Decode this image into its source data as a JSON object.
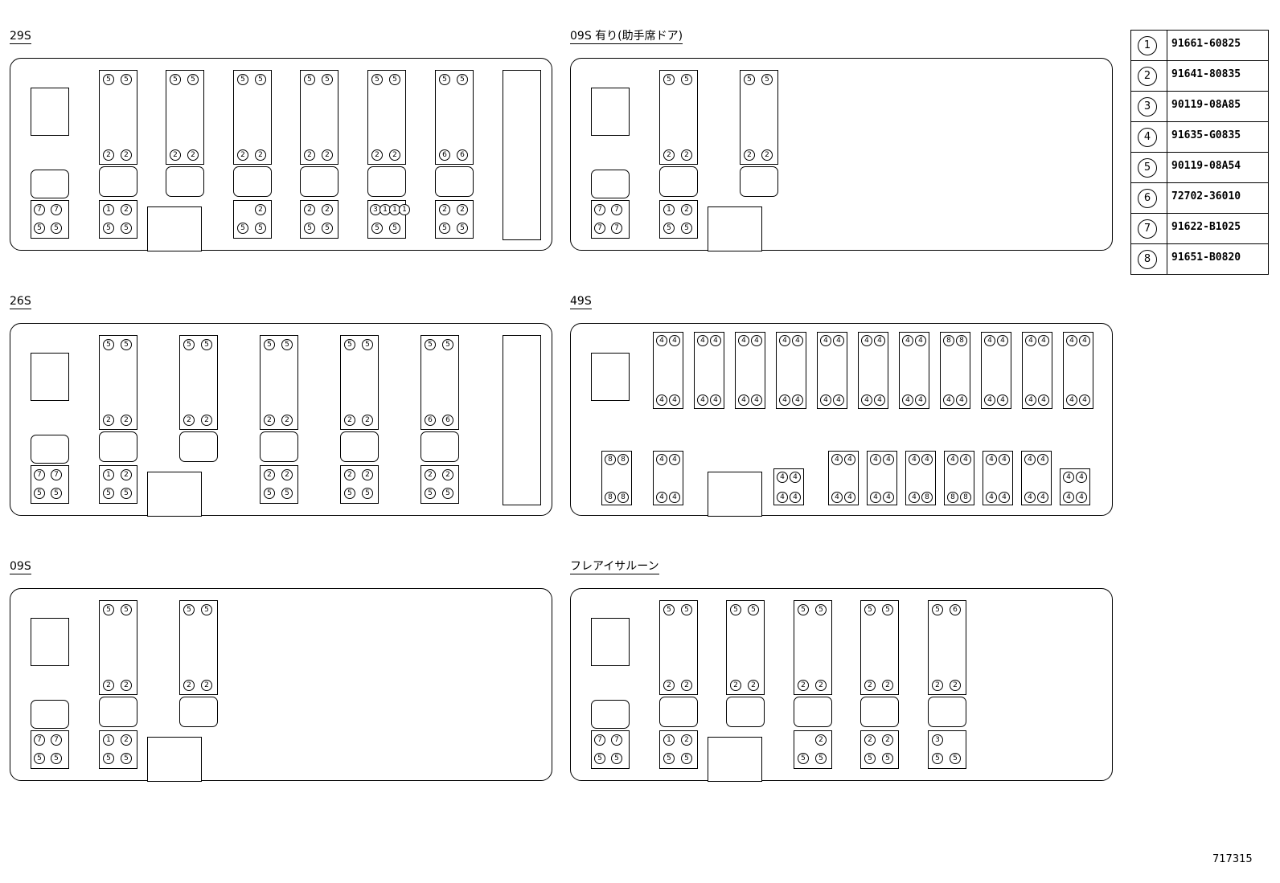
{
  "layouts": [
    {
      "id": "29s",
      "title": "29S",
      "single_seats": [
        {
          "upper": [
            "5",
            "5"
          ],
          "lower": [
            "2",
            "2"
          ],
          "base": [
            [
              "1",
              "2"
            ],
            [
              "5",
              "5"
            ]
          ]
        },
        {
          "upper": [
            "5",
            "5"
          ],
          "lower": [
            "2",
            "2"
          ],
          "base": null
        },
        {
          "upper": [
            "5",
            "5"
          ],
          "lower": [
            "2",
            "2"
          ],
          "base": [
            [
              "",
              "2"
            ],
            [
              "5",
              "5"
            ]
          ]
        },
        {
          "upper": [
            "5",
            "5"
          ],
          "lower": [
            "2",
            "2"
          ],
          "base": [
            [
              "2",
              "2"
            ],
            [
              "5",
              "5"
            ]
          ]
        },
        {
          "upper": [
            "5",
            "5"
          ],
          "lower": [
            "2",
            "2"
          ],
          "base": [
            [
              "3",
              "1",
              "1",
              "1"
            ],
            [
              "5",
              "5"
            ]
          ]
        },
        {
          "upper": [
            "5",
            "5"
          ],
          "lower": [
            "6",
            "6"
          ],
          "base": [
            [
              "2",
              "2"
            ],
            [
              "5",
              "5"
            ]
          ]
        }
      ],
      "driver_base": [
        [
          "7",
          "7"
        ],
        [
          "5",
          "5"
        ]
      ],
      "step": true,
      "rear_bench": true
    },
    {
      "id": "09s-door",
      "title": "09S 有り(助手席ドア)",
      "single_seats": [
        {
          "upper": [
            "5",
            "5"
          ],
          "lower": [
            "2",
            "2"
          ],
          "base": [
            [
              "1",
              "2"
            ],
            [
              "5",
              "5"
            ]
          ]
        },
        {
          "upper": [
            "5",
            "5"
          ],
          "lower": [
            "2",
            "2"
          ],
          "base": null
        }
      ],
      "driver_base": [
        [
          "7",
          "7"
        ],
        [
          "7",
          "7"
        ]
      ],
      "step": true,
      "rear_bench": false
    },
    {
      "id": "26s",
      "title": "26S",
      "single_seats": [
        {
          "upper": [
            "5",
            "5"
          ],
          "lower": [
            "2",
            "2"
          ],
          "base": [
            [
              "1",
              "2"
            ],
            [
              "5",
              "5"
            ]
          ]
        },
        {
          "upper": [
            "5",
            "5"
          ],
          "lower": [
            "2",
            "2"
          ],
          "base": null
        },
        {
          "upper": [
            "5",
            "5"
          ],
          "lower": [
            "2",
            "2"
          ],
          "base": [
            [
              "2",
              "2"
            ],
            [
              "5",
              "5"
            ]
          ]
        },
        {
          "upper": [
            "5",
            "5"
          ],
          "lower": [
            "2",
            "2"
          ],
          "base": [
            [
              "2",
              "2"
            ],
            [
              "5",
              "5"
            ]
          ]
        },
        {
          "upper": [
            "5",
            "5"
          ],
          "lower": [
            "6",
            "6"
          ],
          "base": [
            [
              "2",
              "2"
            ],
            [
              "5",
              "5"
            ]
          ]
        }
      ],
      "driver_base": [
        [
          "7",
          "7"
        ],
        [
          "5",
          "5"
        ]
      ],
      "step": true,
      "rear_bench": true
    },
    {
      "id": "49s",
      "title": "49S",
      "upper_rows": [
        [
          "4",
          "4",
          "4",
          "4"
        ],
        [
          "4",
          "4",
          "4",
          "4"
        ],
        [
          "4",
          "4",
          "4",
          "4"
        ],
        [
          "4",
          "4",
          "4",
          "4"
        ],
        [
          "4",
          "4",
          "4",
          "4"
        ],
        [
          "4",
          "4",
          "4",
          "4"
        ],
        [
          "4",
          "4",
          "4",
          "4"
        ],
        [
          "8",
          "8",
          "4",
          "4"
        ],
        [
          "4",
          "4",
          "4",
          "4"
        ],
        [
          "4",
          "4",
          "4",
          "4"
        ],
        [
          "4",
          "4",
          "4",
          "4"
        ]
      ],
      "lower_rows": [
        {
          "top": [
            "8",
            "8"
          ],
          "bottom": [
            "8",
            "8"
          ]
        },
        {
          "top": [
            "4",
            "4"
          ],
          "bottom": [
            "4",
            "4"
          ]
        },
        {
          "top": [
            "4",
            "4"
          ],
          "bottom": [
            "4",
            "4"
          ]
        },
        {
          "top": [
            "4",
            "4"
          ],
          "bottom": [
            "4",
            "4"
          ]
        },
        {
          "top": [
            "4",
            "4"
          ],
          "bottom": [
            "4",
            "4"
          ]
        },
        {
          "top": [
            "4",
            "4"
          ],
          "bottom": [
            "4",
            "8"
          ]
        },
        {
          "top": [
            "4",
            "4"
          ],
          "bottom": [
            "8",
            "8"
          ]
        },
        {
          "top": [
            "4",
            "4"
          ],
          "bottom": [
            "4",
            "4"
          ]
        },
        {
          "top": [
            "4",
            "4"
          ],
          "bottom": [
            "4",
            "4"
          ]
        },
        {
          "top": [
            "4",
            "4"
          ],
          "bottom": [
            "4",
            "4"
          ]
        }
      ],
      "step": true
    },
    {
      "id": "09s",
      "title": "09S",
      "single_seats": [
        {
          "upper": [
            "5",
            "5"
          ],
          "lower": [
            "2",
            "2"
          ],
          "base": [
            [
              "1",
              "2"
            ],
            [
              "5",
              "5"
            ]
          ]
        },
        {
          "upper": [
            "5",
            "5"
          ],
          "lower": [
            "2",
            "2"
          ],
          "base": null
        }
      ],
      "driver_base": [
        [
          "7",
          "7"
        ],
        [
          "5",
          "5"
        ]
      ],
      "step": true,
      "rear_bench": false
    },
    {
      "id": "saloon",
      "title": "フレアイサルーン",
      "single_seats": [
        {
          "upper": [
            "5",
            "5"
          ],
          "lower": [
            "2",
            "2"
          ],
          "base": [
            [
              "1",
              "2"
            ],
            [
              "5",
              "5"
            ]
          ]
        },
        {
          "upper": [
            "5",
            "5"
          ],
          "lower": [
            "2",
            "2"
          ],
          "base": null
        },
        {
          "upper": [
            "5",
            "5"
          ],
          "lower": [
            "2",
            "2"
          ],
          "base": [
            [
              "",
              "2"
            ],
            [
              "5",
              "5"
            ]
          ]
        },
        {
          "upper": [
            "5",
            "5"
          ],
          "lower": [
            "2",
            "2"
          ],
          "base": [
            [
              "2",
              "2"
            ],
            [
              "5",
              "5"
            ]
          ]
        },
        {
          "upper": [
            "5",
            "6"
          ],
          "lower": [
            "2",
            "2"
          ],
          "base": [
            [
              "3",
              ""
            ],
            [
              "5",
              "5"
            ]
          ]
        }
      ],
      "driver_base": [
        [
          "7",
          "7"
        ],
        [
          "5",
          "5"
        ]
      ],
      "step": true,
      "rear_bench": false
    }
  ],
  "legend": [
    {
      "mark": "1",
      "part": "91661-60825"
    },
    {
      "mark": "2",
      "part": "91641-80835"
    },
    {
      "mark": "3",
      "part": "90119-08A85"
    },
    {
      "mark": "4",
      "part": "91635-G0835"
    },
    {
      "mark": "5",
      "part": "90119-08A54"
    },
    {
      "mark": "6",
      "part": "72702-36010"
    },
    {
      "mark": "7",
      "part": "91622-B1025"
    },
    {
      "mark": "8",
      "part": "91651-B0820"
    }
  ],
  "reference_number": "717315"
}
